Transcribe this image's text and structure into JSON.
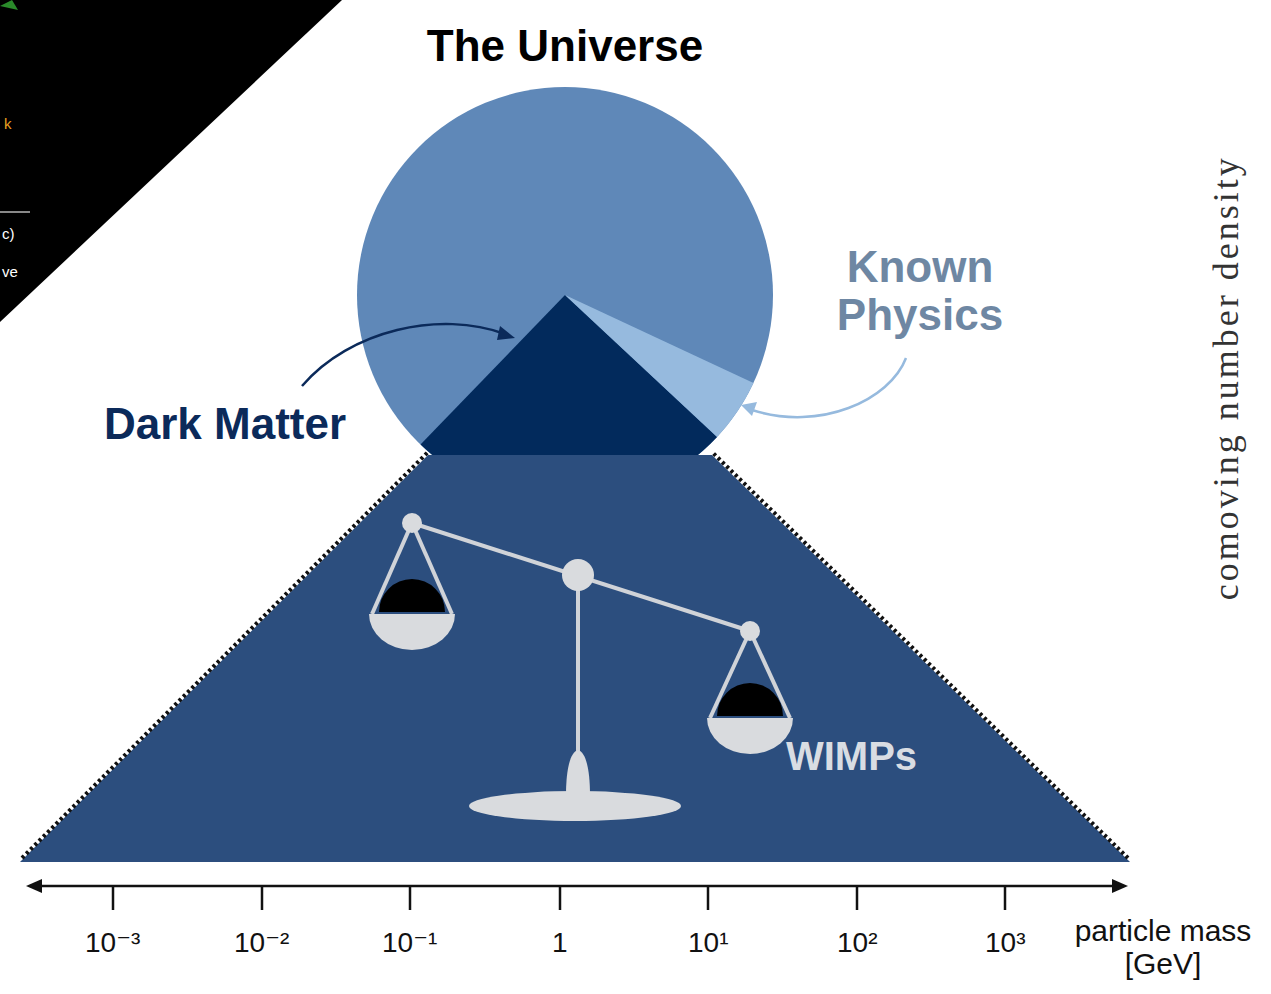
{
  "diagram": {
    "title": "The Universe",
    "nodes": [
      {
        "text": [
          "The Universe"
        ]
      },
      {
        "text": [
          "WIMPs"
        ]
      }
    ],
    "labels": [
      "Dark Matter",
      "Known Physics",
      "10⁻³",
      "10⁻²",
      "10⁻¹",
      "1",
      "10¹",
      "10²",
      "10³",
      "particle mass [GeV]",
      "comoving number density",
      "k",
      "c)",
      "ve"
    ]
  }
}
